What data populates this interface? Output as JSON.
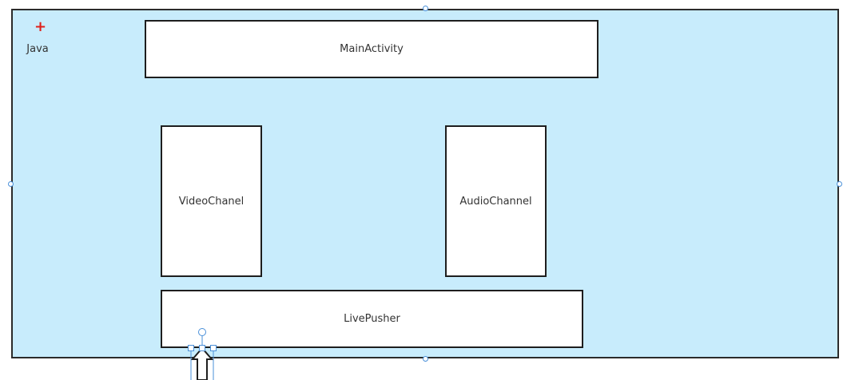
{
  "container": {
    "label": "Java",
    "fill_color": "#c8ecfc",
    "border_color": "#2b2b2b"
  },
  "boxes": {
    "main_activity": "MainActivity",
    "video_chanel": "VideoChanel",
    "audio_channel": "AudioChannel",
    "live_pusher": "LivePusher"
  },
  "icons": {
    "expand": "plus-icon",
    "connector": "up-arrow-icon"
  },
  "colors": {
    "accent": "#e0201a",
    "selection": "#4a90d9",
    "box_fill": "#ffffff"
  }
}
